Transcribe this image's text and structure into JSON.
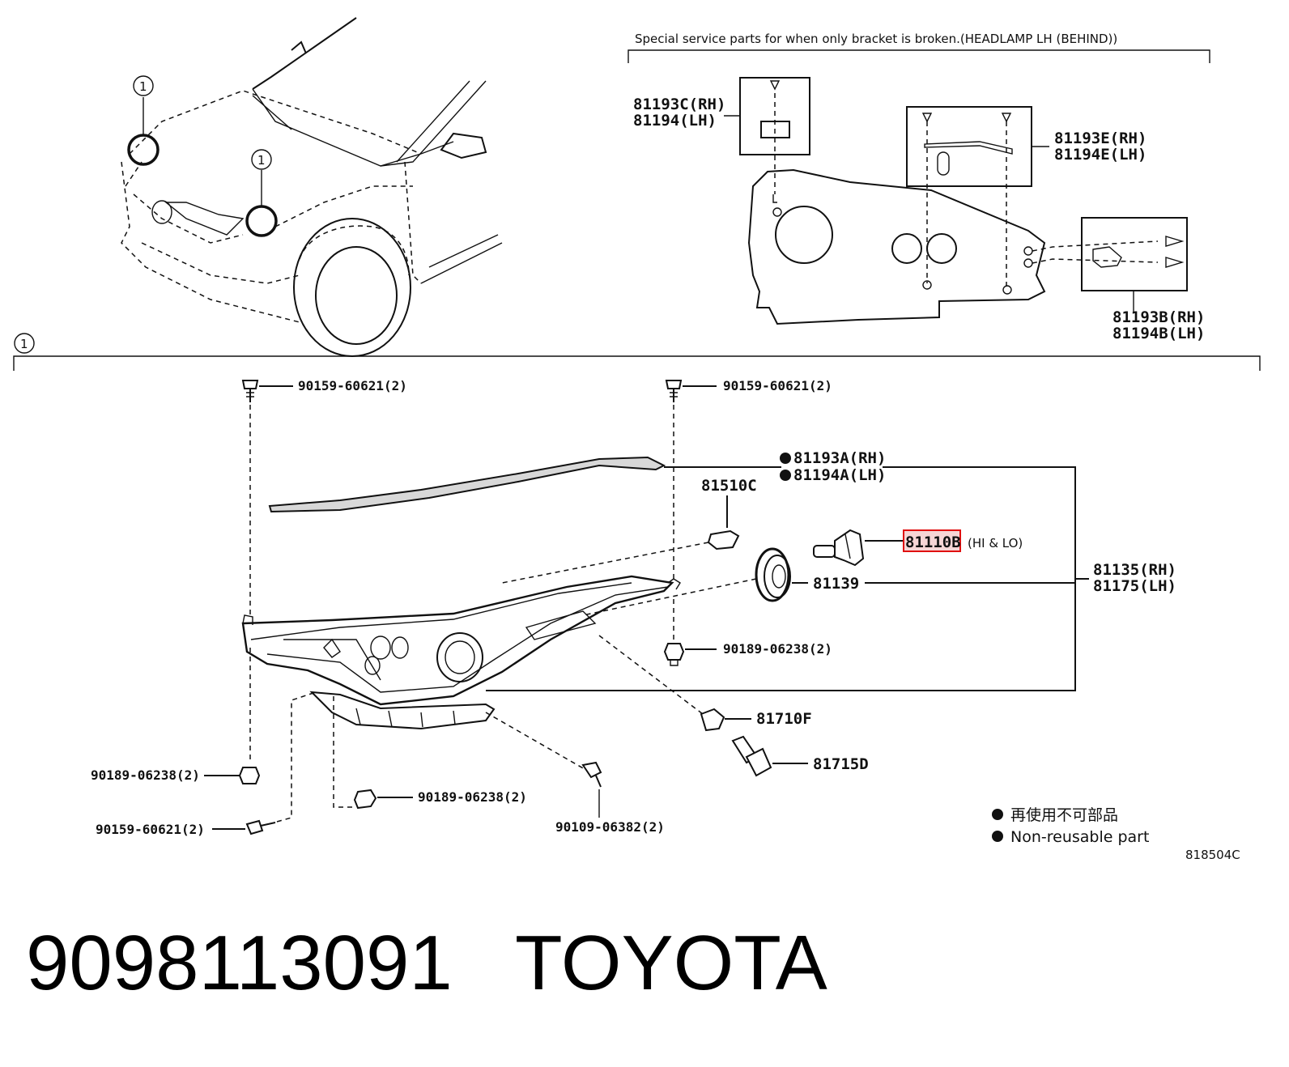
{
  "header_note": "Special service parts for when only bracket is broken.(HEADLAMP LH (BEHIND))",
  "callout_number": "1",
  "bracket_parts": {
    "c_rh": "81193C(RH)",
    "c_lh": "81194(LH)",
    "e_rh": "81193E(RH)",
    "e_lh": "81194E(LH)",
    "b_rh": "81193B(RH)",
    "b_lh": "81194B(LH)"
  },
  "parts": {
    "screw_top_left": "90159-60621(2)",
    "screw_top_right": "90159-60621(2)",
    "bracket_a_rh": "81193A(RH)",
    "bracket_a_lh": "81194A(LH)",
    "bulb_81510c": "81510C",
    "bulb_81110b": "81110B",
    "bulb_81110b_note": "(HI & LO)",
    "cover_81139": "81139",
    "headlamp_rh": "81135(RH)",
    "headlamp_lh": "81175(LH)",
    "nut_right": "90189-06238(2)",
    "bulb_81710f": "81710F",
    "socket_81715d": "81715D",
    "nut_left": "90189-06238(2)",
    "screw_left_bottom": "90159-60621(2)",
    "nut_mid": "90189-06238(2)",
    "bolt_mid": "90109-06382(2)"
  },
  "legend": {
    "japanese": "再使用不可部品",
    "english": "Non-reusable part"
  },
  "figure_ref": "818504C",
  "part_number": "9098113091",
  "brand": "TOYOTA",
  "colors": {
    "line": "#111111",
    "highlight": "#e01010",
    "highlight_fill": "#f6d6d6"
  }
}
